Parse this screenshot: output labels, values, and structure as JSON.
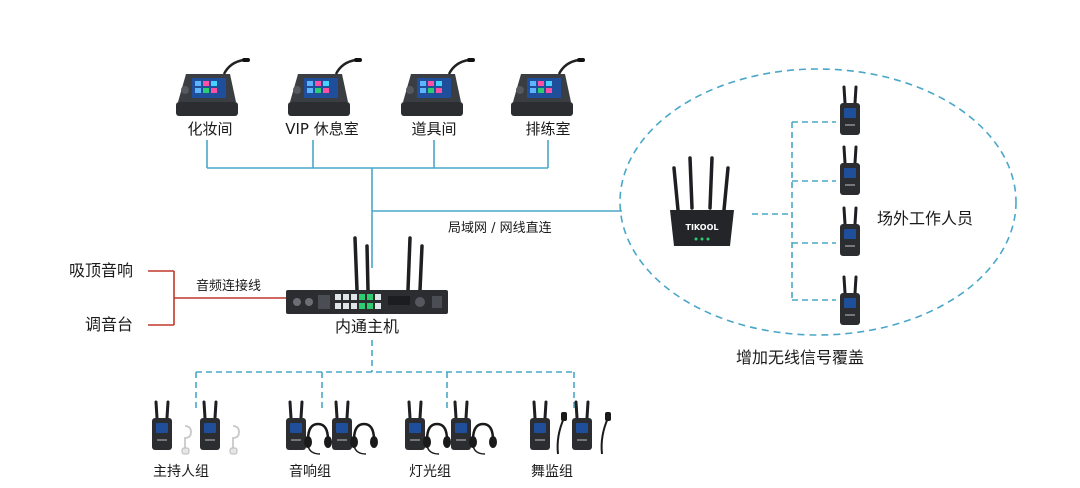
{
  "colors": {
    "wire": "#4aa7c9",
    "audio_wire": "#c0392b",
    "device_dark": "#2b2d30",
    "screen_blue": "#1f4f9a",
    "accent_green": "#2ecc71"
  },
  "panels": [
    {
      "label": "化妆间"
    },
    {
      "label": "VIP 休息室"
    },
    {
      "label": "道具间"
    },
    {
      "label": "排练室"
    }
  ],
  "network_label": "局域网 / 网线直连",
  "audio": {
    "sources": [
      {
        "label": "吸顶音响"
      },
      {
        "label": "调音台"
      }
    ],
    "link_label": "音频连接线"
  },
  "host_label": "内通主机",
  "wireless": {
    "router_brand": "TIKOOL",
    "staff_label": "场外工作人员",
    "coverage_label": "增加无线信号覆盖"
  },
  "groups": [
    {
      "label": "主持人组",
      "accessory": "earpiece"
    },
    {
      "label": "音响组",
      "accessory": "headset"
    },
    {
      "label": "灯光组",
      "accessory": "headset"
    },
    {
      "label": "舞监组",
      "accessory": "gooseneck-mic"
    }
  ]
}
